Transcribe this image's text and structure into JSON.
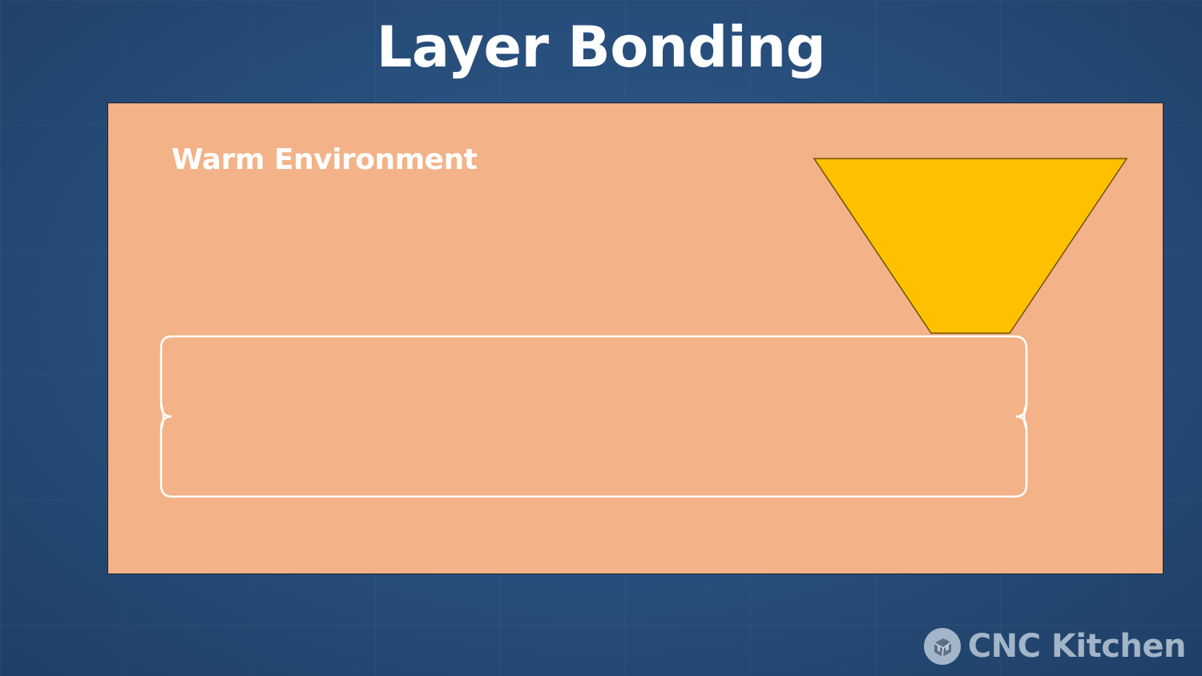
{
  "slide": {
    "title": "Layer Bonding"
  },
  "diagram": {
    "environment_label": "Warm Environment",
    "colors": {
      "panel_fill": "#f3b287",
      "nozzle_fill": "#ffc000",
      "layer_outline": "#ffffff",
      "title_text": "#ffffff"
    }
  },
  "branding": {
    "name": "CNC Kitchen",
    "icon": "cnc-kitchen-logo-icon"
  }
}
